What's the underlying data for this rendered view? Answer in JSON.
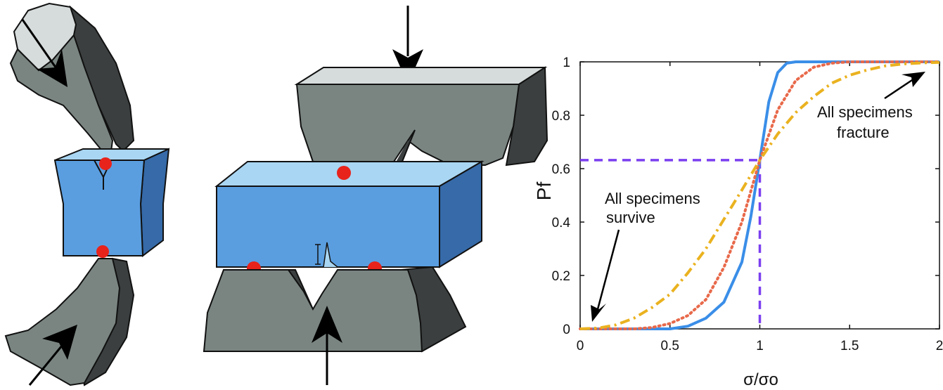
{
  "colors": {
    "specimen_top": "#a9d6f2",
    "specimen_front": "#5a9ee0",
    "specimen_side": "#366aa8",
    "anvil_dark": "#7a8582",
    "anvil_light": "#d6dbdb",
    "anvil_shadow": "#3b3f3f",
    "contact_point": "#e8231b",
    "curve_weibull_high": "#3a8ee8",
    "curve_weibull_mid": "#e8694a",
    "curve_weibull_low": "#eab21f",
    "reference_lines": "#7b3ff0"
  },
  "annotations": {
    "survive_line1": "All specimens",
    "survive_line2": "survive",
    "fracture_line1": "All specimens",
    "fracture_line2": "fracture"
  },
  "chart_data": {
    "type": "line",
    "xlabel": "σ/σo",
    "ylabel": "Pf",
    "xlim": [
      0,
      2
    ],
    "ylim": [
      0,
      1
    ],
    "x_ticks": [
      "0",
      "0.5",
      "1",
      "1.5",
      "2"
    ],
    "y_ticks": [
      "0",
      "0.2",
      "0.4",
      "0.6",
      "0.8",
      "1"
    ],
    "reference": {
      "x": 1,
      "y": 0.632
    },
    "series": [
      {
        "style": "solid",
        "color": "#3a8ee8",
        "x": [
          0,
          0.5,
          0.6,
          0.7,
          0.8,
          0.9,
          0.95,
          1.0,
          1.05,
          1.1,
          1.15,
          1.2,
          1.3,
          2.0
        ],
        "y": [
          0,
          0.0,
          0.01,
          0.04,
          0.1,
          0.25,
          0.42,
          0.632,
          0.85,
          0.96,
          0.995,
          1.0,
          1.0,
          1.0
        ]
      },
      {
        "style": "dotted",
        "color": "#e8694a",
        "x": [
          0,
          0.3,
          0.4,
          0.5,
          0.6,
          0.7,
          0.8,
          0.9,
          1.0,
          1.1,
          1.2,
          1.3,
          1.4,
          1.5,
          2.0
        ],
        "y": [
          0,
          0.0,
          0.005,
          0.02,
          0.05,
          0.11,
          0.23,
          0.4,
          0.632,
          0.82,
          0.93,
          0.98,
          0.995,
          1.0,
          1.0
        ]
      },
      {
        "style": "dashdot",
        "color": "#eab21f",
        "x": [
          0,
          0.1,
          0.2,
          0.3,
          0.4,
          0.5,
          0.6,
          0.7,
          0.8,
          0.9,
          1.0,
          1.1,
          1.2,
          1.3,
          1.4,
          1.5,
          1.6,
          1.7,
          1.8,
          1.9,
          2.0
        ],
        "y": [
          0,
          0.003,
          0.015,
          0.04,
          0.08,
          0.13,
          0.21,
          0.3,
          0.41,
          0.52,
          0.632,
          0.73,
          0.81,
          0.87,
          0.92,
          0.95,
          0.97,
          0.985,
          0.992,
          0.996,
          0.998
        ]
      }
    ]
  }
}
